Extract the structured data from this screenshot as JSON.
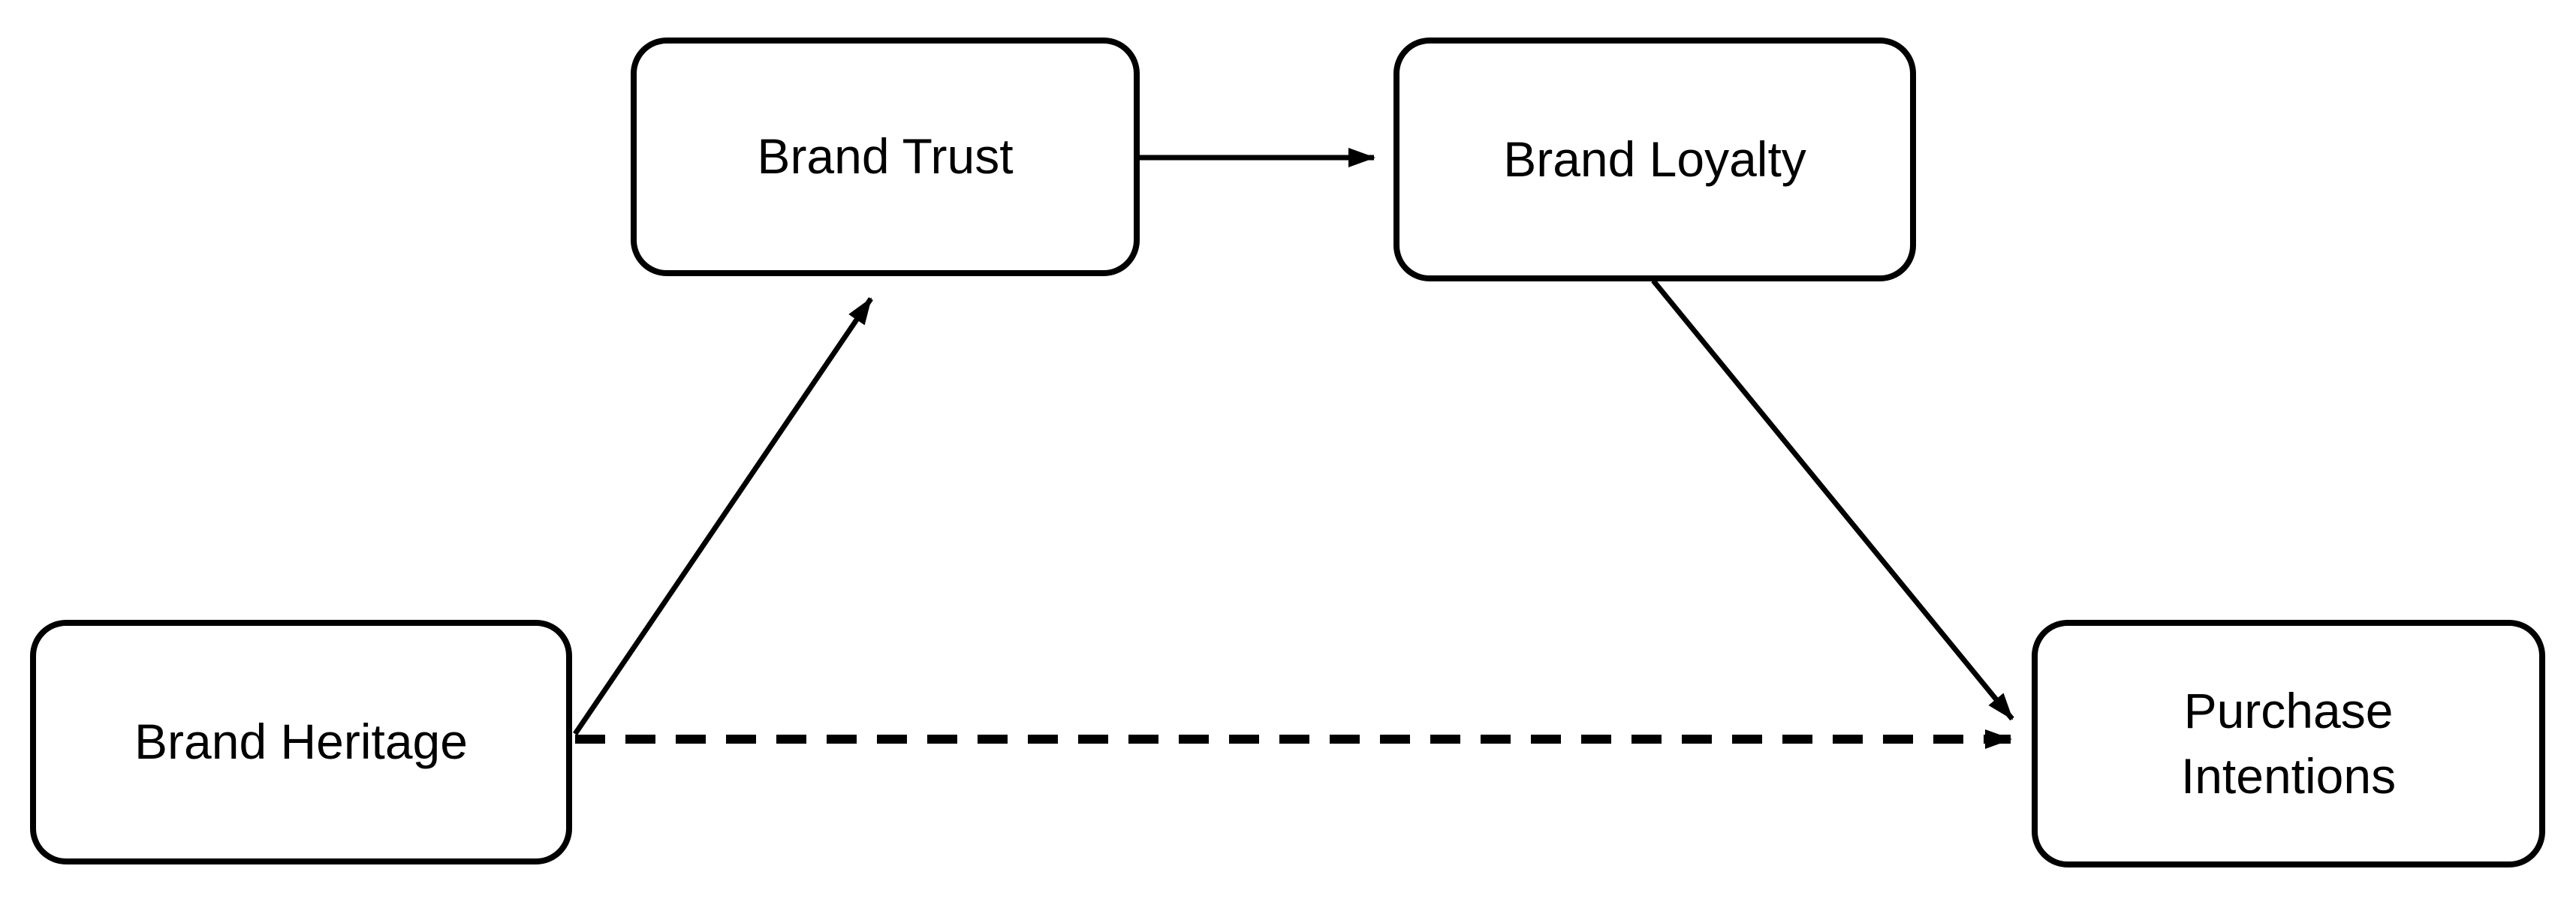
{
  "diagram": {
    "type": "conceptual-model",
    "background_color": "#ffffff",
    "colors": {
      "stroke": "#000000",
      "fill": "#ffffff",
      "text": "#000000",
      "background": "#ffffff"
    },
    "nodes": [
      {
        "id": "brand_heritage",
        "label": "Brand Heritage"
      },
      {
        "id": "brand_trust",
        "label": "Brand Trust"
      },
      {
        "id": "brand_loyalty",
        "label": "Brand Loyalty"
      },
      {
        "id": "purchase_intentions",
        "label": "Purchase\nIntentions"
      }
    ],
    "edges": [
      {
        "from": "Brand Heritage",
        "to": "Brand Trust",
        "line_style": "solid",
        "arrowhead": "triangle"
      },
      {
        "from": "Brand Trust",
        "to": "Brand Loyalty",
        "line_style": "solid",
        "arrowhead": "triangle"
      },
      {
        "from": "Brand Loyalty",
        "to": "Purchase Intentions",
        "line_style": "solid",
        "arrowhead": "triangle"
      },
      {
        "from": "Brand Heritage",
        "to": "Purchase Intentions",
        "line_style": "dashed",
        "arrowhead": "triangle"
      }
    ]
  }
}
